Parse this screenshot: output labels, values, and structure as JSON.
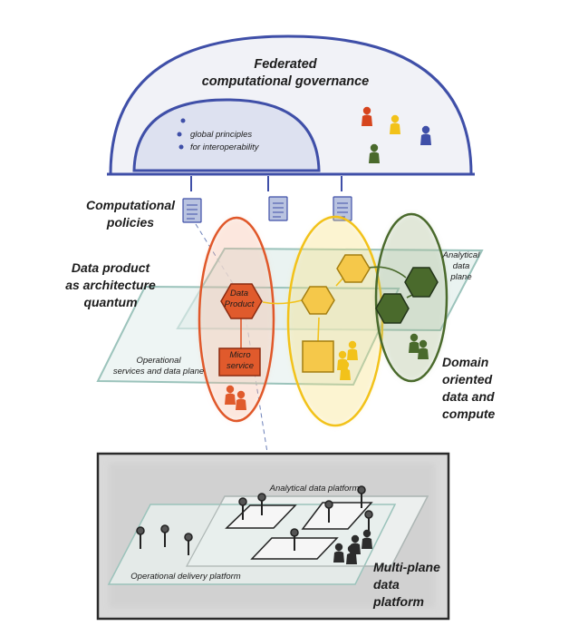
{
  "governance": {
    "title_line1": "Federated",
    "title_line2": "computational governance",
    "principles_line1": "global principles",
    "principles_line2": "for interoperability"
  },
  "policies": {
    "line1": "Computational",
    "line2": "policies"
  },
  "architecture_quantum": {
    "line1": "Data product",
    "line2": "as architecture",
    "line3": "quantum"
  },
  "nodes": {
    "data_product_line1": "Data",
    "data_product_line2": "Product",
    "micro_service_line1": "Micro",
    "micro_service_line2": "service"
  },
  "planes": {
    "operational_line1": "Operational",
    "operational_line2": "services and data plane",
    "analytical_line1": "Analytical",
    "analytical_line2": "data",
    "analytical_line3": "plane"
  },
  "domain": {
    "line1": "Domain",
    "line2": "oriented",
    "line3": "data and",
    "line4": "compute"
  },
  "platform": {
    "analytical": "Analytical data platform",
    "operational": "Operational delivery platform",
    "line1": "Multi-plane",
    "line2": "data",
    "line3": "platform"
  },
  "colors": {
    "governance_blue": "#3f4fa8",
    "domain_orange": "#e0582a",
    "domain_yellow": "#f2c21a",
    "domain_green": "#4a6a2c",
    "plane_teal": "#9bc3bb",
    "platform_gray": "#8a8a8a"
  },
  "icons": [
    "person-icon",
    "document-icon",
    "hexagon-icon",
    "pin-icon"
  ]
}
